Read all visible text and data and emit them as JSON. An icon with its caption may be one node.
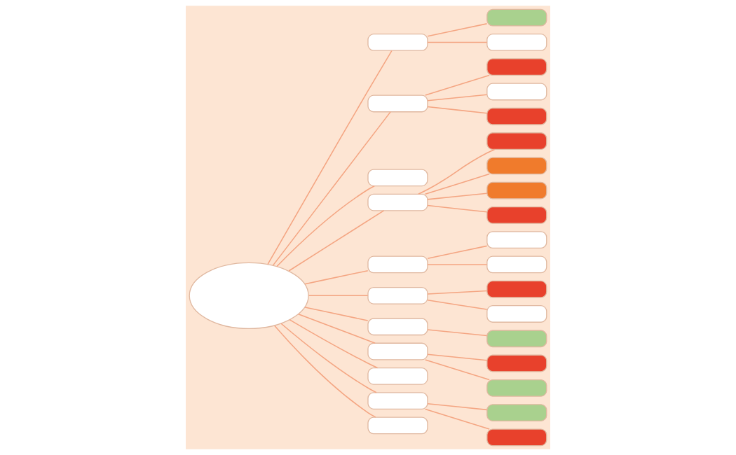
{
  "diagram": {
    "nodes": [
      {
        "text": [],
        "shape": "ellipse"
      },
      {
        "text": [],
        "shape": "box"
      },
      {
        "text": [],
        "shape": "box"
      },
      {
        "text": [],
        "shape": "box"
      },
      {
        "text": [],
        "shape": "box"
      },
      {
        "text": [],
        "shape": "box"
      },
      {
        "text": [],
        "shape": "box"
      },
      {
        "text": [],
        "shape": "box"
      },
      {
        "text": [],
        "shape": "box"
      },
      {
        "text": [],
        "shape": "box"
      },
      {
        "text": [],
        "shape": "box"
      },
      {
        "text": [],
        "shape": "box"
      },
      {
        "text": [],
        "shape": "box"
      },
      {
        "text": [],
        "shape": "box"
      },
      {
        "text": [],
        "shape": "box"
      },
      {
        "text": [],
        "shape": "box"
      },
      {
        "text": [],
        "shape": "box"
      },
      {
        "text": [],
        "shape": "box"
      },
      {
        "text": [],
        "shape": "box"
      },
      {
        "text": [],
        "shape": "box"
      },
      {
        "text": [],
        "shape": "box"
      },
      {
        "text": [],
        "shape": "box"
      },
      {
        "text": [],
        "shape": "box"
      },
      {
        "text": [],
        "shape": "box"
      },
      {
        "text": [],
        "shape": "box"
      },
      {
        "text": [],
        "shape": "box"
      },
      {
        "text": [],
        "shape": "box"
      },
      {
        "text": [],
        "shape": "box"
      },
      {
        "text": [],
        "shape": "box"
      },
      {
        "text": [],
        "shape": "box"
      }
    ],
    "edges": [
      {
        "from": 0,
        "to": 1,
        "arrow": "none"
      },
      {
        "from": 0,
        "to": 2,
        "arrow": "none"
      },
      {
        "from": 0,
        "to": 3,
        "arrow": "none"
      },
      {
        "from": 0,
        "to": 4,
        "arrow": "none"
      },
      {
        "from": 0,
        "to": 5,
        "arrow": "none"
      },
      {
        "from": 0,
        "to": 6,
        "arrow": "none"
      },
      {
        "from": 0,
        "to": 7,
        "arrow": "none"
      },
      {
        "from": 0,
        "to": 8,
        "arrow": "none"
      },
      {
        "from": 0,
        "to": 9,
        "arrow": "none"
      },
      {
        "from": 0,
        "to": 10,
        "arrow": "none"
      },
      {
        "from": 0,
        "to": 11,
        "arrow": "none"
      },
      {
        "from": 1,
        "to": 12,
        "arrow": "none"
      },
      {
        "from": 1,
        "to": 13,
        "arrow": "none"
      },
      {
        "from": 2,
        "to": 14,
        "arrow": "none"
      },
      {
        "from": 2,
        "to": 15,
        "arrow": "none"
      },
      {
        "from": 2,
        "to": 16,
        "arrow": "none"
      },
      {
        "from": 4,
        "to": 17,
        "arrow": "none"
      },
      {
        "from": 4,
        "to": 18,
        "arrow": "none"
      },
      {
        "from": 4,
        "to": 19,
        "arrow": "none"
      },
      {
        "from": 4,
        "to": 20,
        "arrow": "none"
      },
      {
        "from": 5,
        "to": 21,
        "arrow": "none"
      },
      {
        "from": 5,
        "to": 22,
        "arrow": "none"
      },
      {
        "from": 6,
        "to": 23,
        "arrow": "none"
      },
      {
        "from": 6,
        "to": 24,
        "arrow": "none"
      },
      {
        "from": 7,
        "to": 25,
        "arrow": "none"
      },
      {
        "from": 8,
        "to": 26,
        "arrow": "none"
      },
      {
        "from": 8,
        "to": 27,
        "arrow": "none"
      },
      {
        "from": 10,
        "to": 28,
        "arrow": "none"
      },
      {
        "from": 10,
        "to": 29,
        "arrow": "none"
      }
    ]
  }
}
